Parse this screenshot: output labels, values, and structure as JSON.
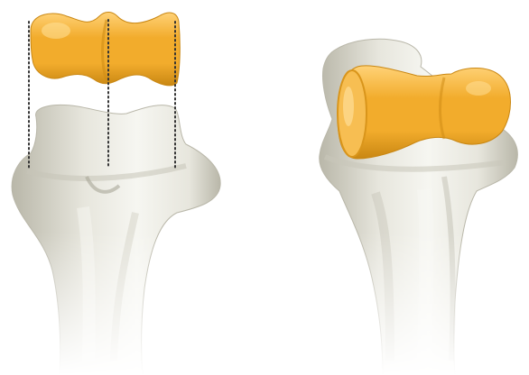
{
  "figure": {
    "panels": [
      {
        "id": "left",
        "view": "front",
        "implant_position": "above",
        "guide_lines": 3
      },
      {
        "id": "right",
        "view": "oblique",
        "implant_position": "seated",
        "guide_lines": 0
      }
    ],
    "colors": {
      "background": "#ffffff",
      "bone": "#e7e6dd",
      "bone_shadow": "#b9b7a9",
      "bone_highlight": "#f6f6f1",
      "implant": "#f2ac2c",
      "implant_shadow": "#c98713",
      "implant_highlight": "#ffd277",
      "guide_line": "#333333"
    }
  }
}
